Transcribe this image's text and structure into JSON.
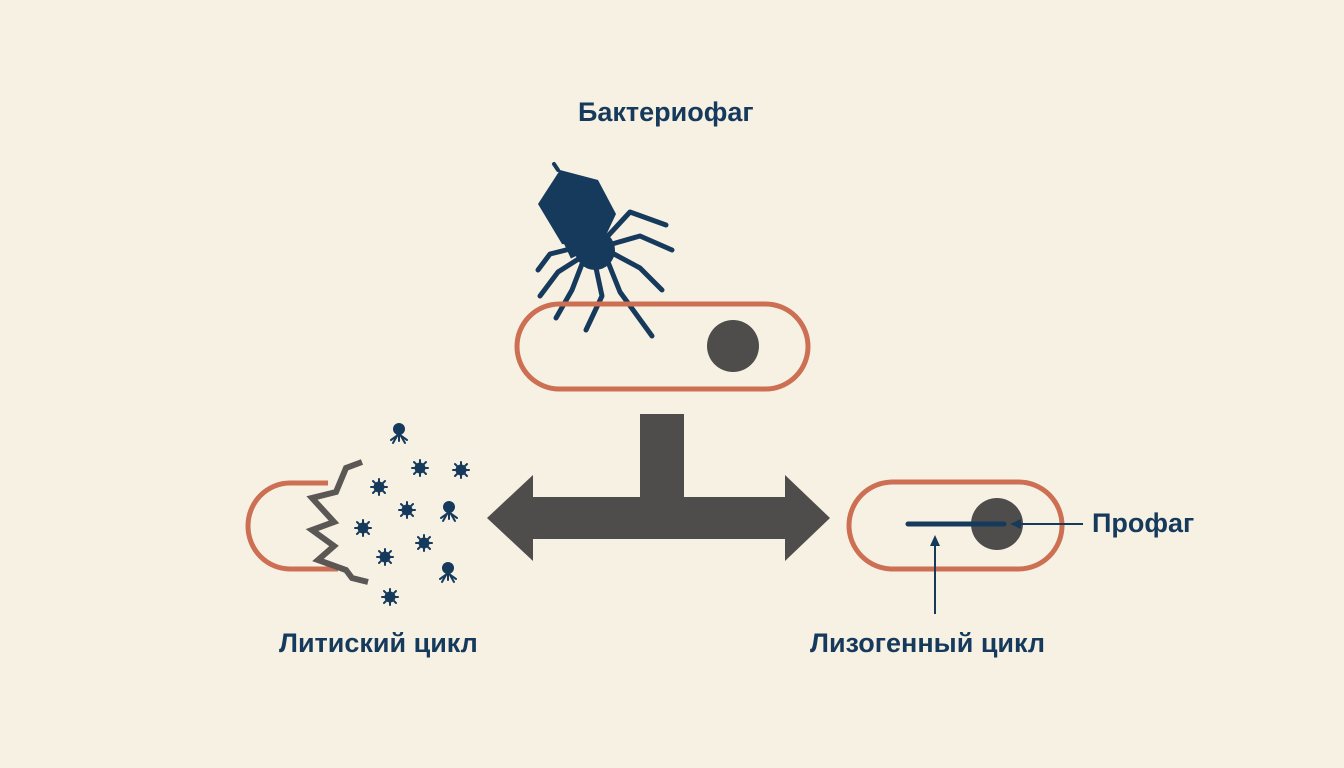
{
  "labels": {
    "title": "Бактериофаг",
    "lytic_cycle": "Литиский цикл",
    "lysogenic_cycle": "Лизогенный цикл",
    "prophage": "Профаг"
  },
  "icons": {
    "phage": "bacteriophage-icon",
    "host_cell": "bacterium-cell-icon",
    "burst_cell": "lysed-bacterium-icon",
    "progeny": "phage-particle-icon",
    "branch_arrow": "double-headed-arrow-icon",
    "prophage_pointer": "arrow-left-icon",
    "integration_pointer": "arrow-up-icon"
  },
  "colors": {
    "background": "#f7f1e4",
    "phage": "#163a5c",
    "cell_membrane": "#cc6f53",
    "nucleoid": "#4f4d4b",
    "arrow": "#4f4d4b",
    "text": "#163a5c"
  }
}
